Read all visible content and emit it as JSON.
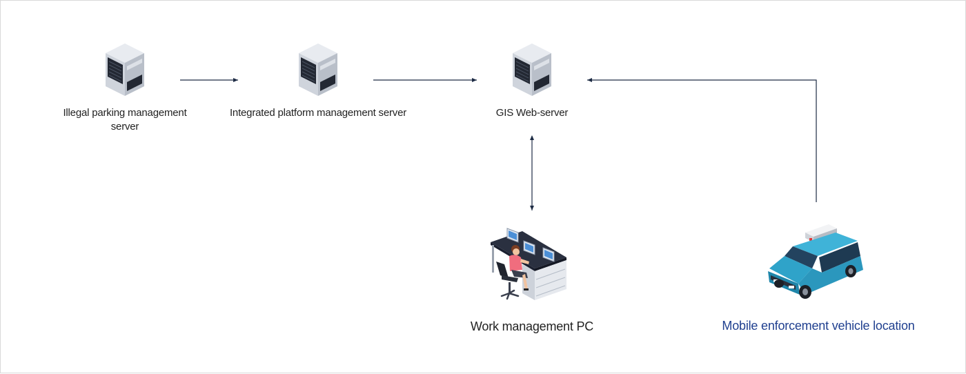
{
  "nodes": {
    "illegal_parking_server": {
      "label": "Illegal parking management server",
      "icon": "server-icon"
    },
    "integrated_platform_server": {
      "label": "Integrated platform management server",
      "icon": "server-icon"
    },
    "gis_web_server": {
      "label": "GIS Web-server",
      "icon": "server-icon"
    },
    "work_management_pc": {
      "label": "Work management PC",
      "icon": "operator-workstation-icon"
    },
    "mobile_enforcement_vehicle": {
      "label": "Mobile enforcement vehicle location",
      "icon": "enforcement-car-icon"
    }
  },
  "colors": {
    "arrow": "#1d2b44",
    "label_text": "#222222",
    "vehicle_label": "#1f3f8f",
    "vehicle_body": "#2fa3c9"
  }
}
